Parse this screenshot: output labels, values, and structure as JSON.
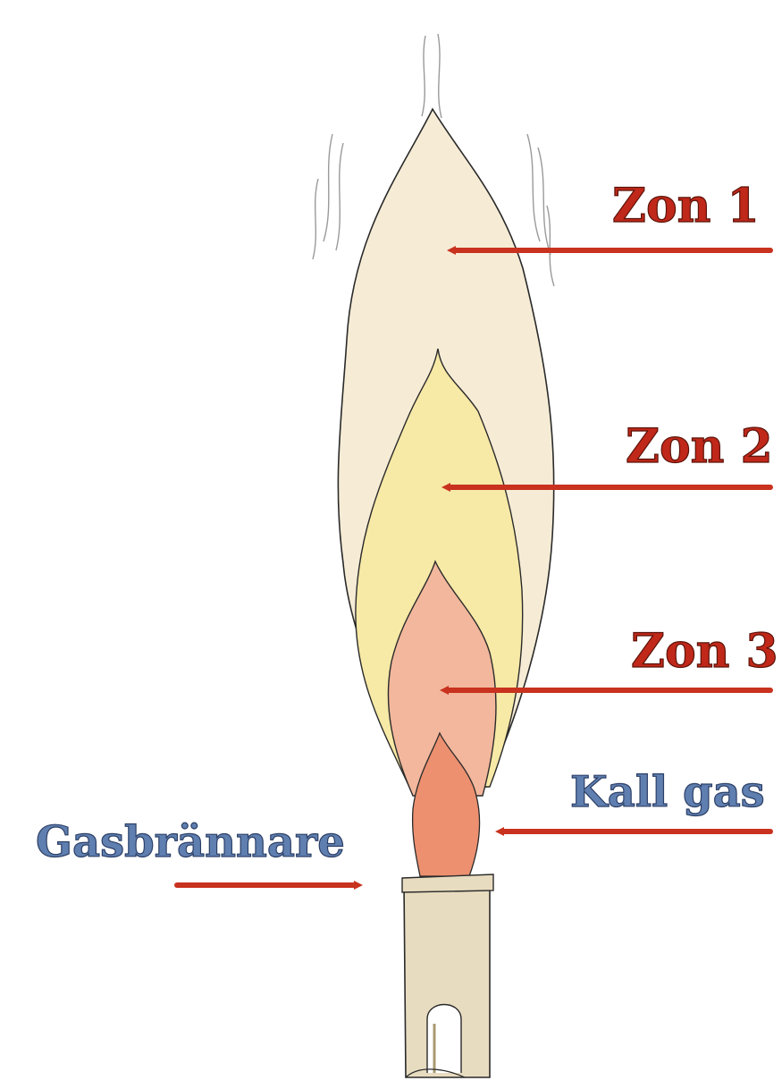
{
  "labels": {
    "zone1": "Zon 1",
    "zone2": "Zon 2",
    "zone3": "Zon 3",
    "cold_gas": "Kall gas",
    "burner": "Gasbrännare"
  },
  "colors": {
    "arrow": "#c8321e",
    "zone_label": "#c0281a",
    "blue_label": "#5f7fb0",
    "outer_flame": "#f6ecd6",
    "middle_flame": "#f7e9a6",
    "inner_flame": "#f2b79c",
    "core_flame": "#ec9070",
    "burner_tube": "#e8dcc0"
  }
}
